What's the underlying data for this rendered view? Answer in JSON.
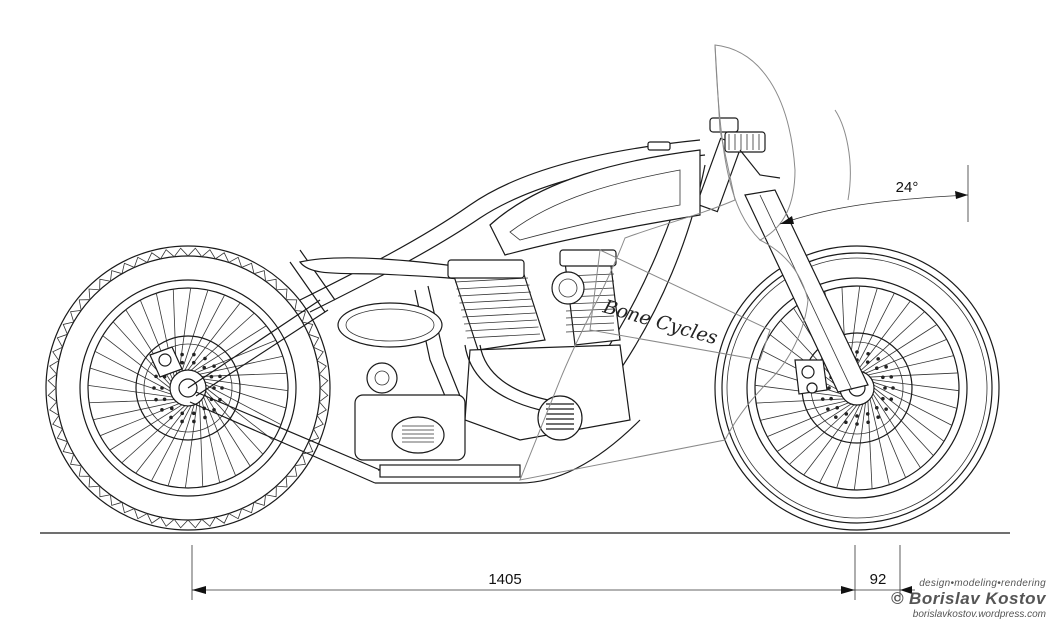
{
  "dimensions": {
    "wheelbase": "1405",
    "trail": "92",
    "rake_angle": "24°"
  },
  "tank_label": "Bone Cycles",
  "watermark": {
    "tagline": "design•modeling•rendering",
    "name": "© Borislav Kostov",
    "url": "borislavkostov.wordpress.com"
  }
}
